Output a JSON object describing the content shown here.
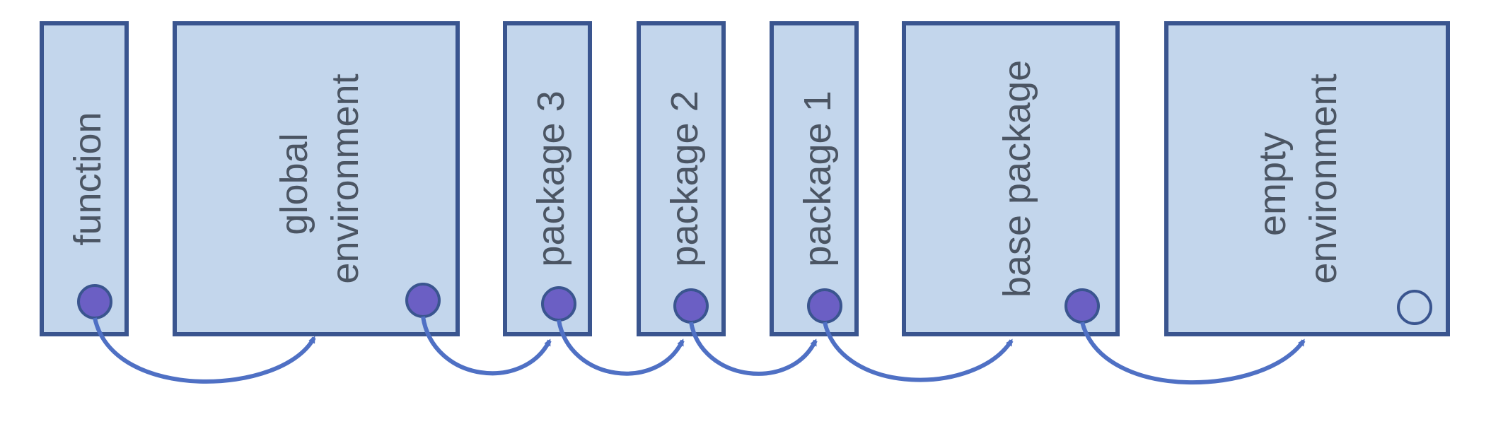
{
  "environments": [
    {
      "id": "function",
      "lines": [
        "function"
      ],
      "parent_dot": "filled"
    },
    {
      "id": "global",
      "lines": [
        "global",
        "environment"
      ],
      "parent_dot": "filled"
    },
    {
      "id": "package-3",
      "lines": [
        "package 3"
      ],
      "parent_dot": "filled"
    },
    {
      "id": "package-2",
      "lines": [
        "package 2"
      ],
      "parent_dot": "filled"
    },
    {
      "id": "package-1",
      "lines": [
        "package 1"
      ],
      "parent_dot": "filled"
    },
    {
      "id": "base",
      "lines": [
        "base package"
      ],
      "parent_dot": "filled"
    },
    {
      "id": "empty",
      "lines": [
        "empty",
        "environment"
      ],
      "parent_dot": "empty"
    }
  ],
  "colors": {
    "box_fill": "#c3d6ec",
    "box_stroke": "#3a558f",
    "dot_fill": "#6b5fc4",
    "arrow": "#4f70c4",
    "label_text": "#4b5563"
  }
}
